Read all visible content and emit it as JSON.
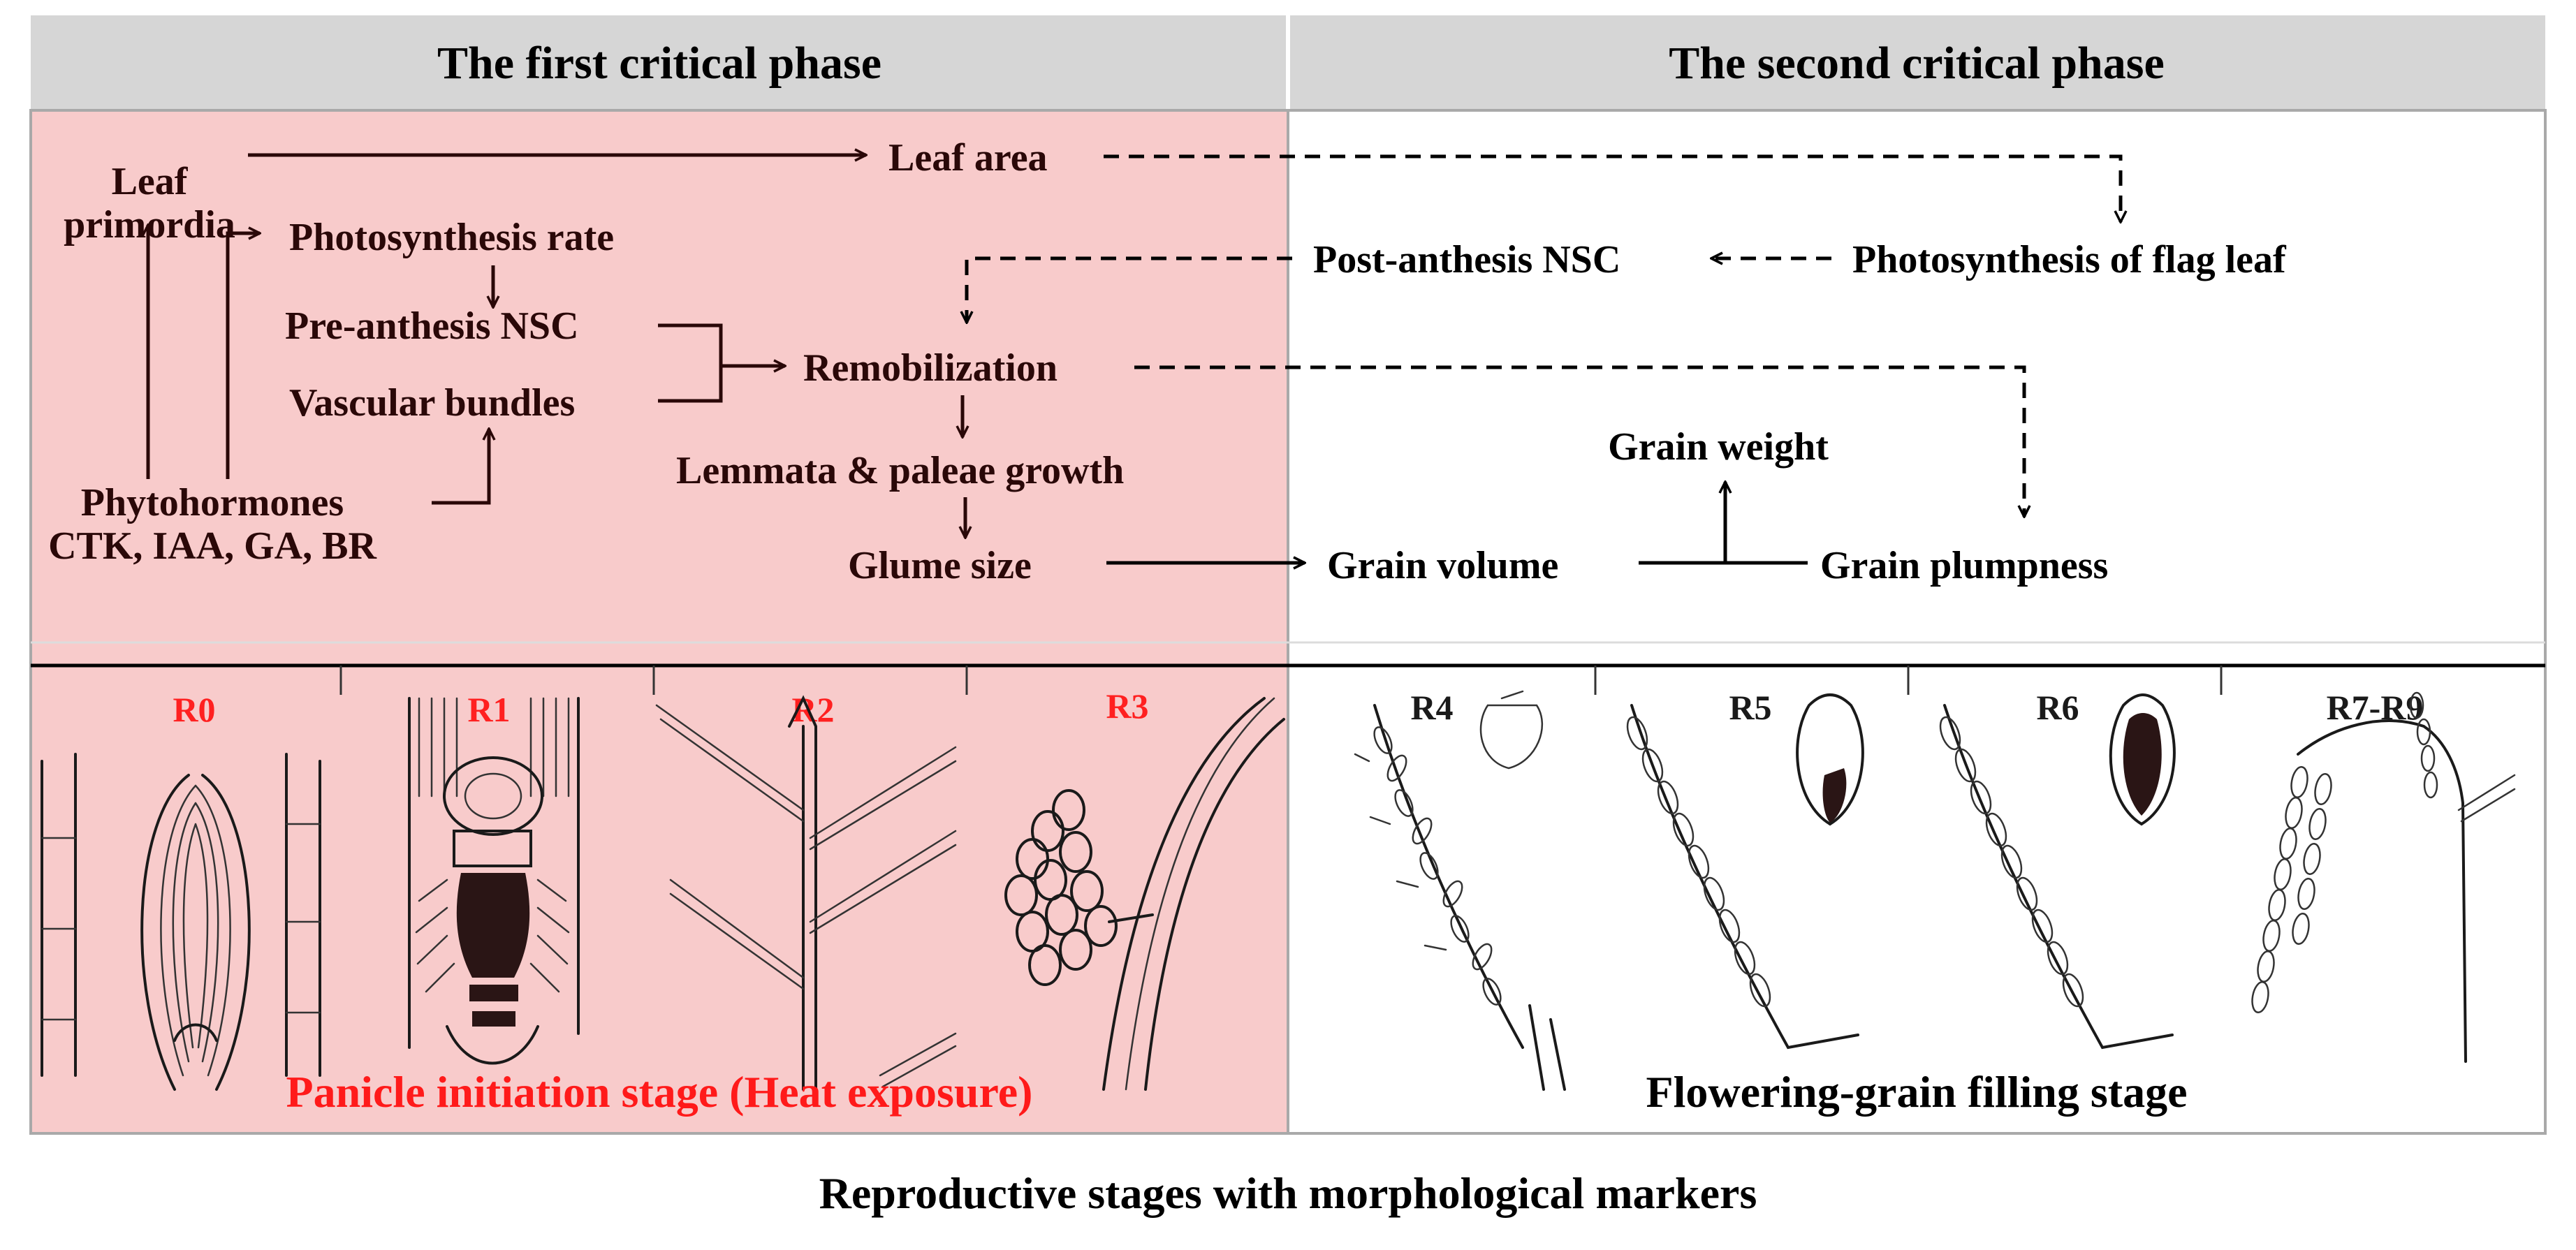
{
  "header": {
    "phase1_title": "The first critical phase",
    "phase2_title": "The second critical phase"
  },
  "nodes": {
    "leaf_primordia_line1": "Leaf",
    "leaf_primordia_line2": "primordia",
    "leaf_area": "Leaf area",
    "photosynthesis_rate": "Photosynthesis rate",
    "pre_anthesis_nsc": "Pre-anthesis NSC",
    "vascular_bundles": "Vascular bundles",
    "remobilization": "Remobilization",
    "lemmata_paleae_growth": "Lemmata & paleae growth",
    "glume_size": "Glume size",
    "phytohormones_line1": "Phytohormones",
    "phytohormones_line2": "CTK, IAA, GA, BR",
    "post_anthesis_nsc": "Post-anthesis NSC",
    "photosynthesis_flag_leaf": "Photosynthesis of flag leaf",
    "grain_weight": "Grain weight",
    "grain_volume": "Grain volume",
    "grain_plumpness": "Grain plumpness"
  },
  "stages_left": [
    "R0",
    "R1",
    "R2",
    "R3"
  ],
  "stages_right": [
    "R4",
    "R5",
    "R6",
    "R7-R9"
  ],
  "captions": {
    "left": "Panicle initiation stage (Heat exposure)",
    "right": "Flowering-grain filling stage"
  },
  "footer": {
    "title": "Reproductive stages with morphological markers"
  },
  "colors": {
    "left_panel_bg": "#f8cbcb",
    "header_bg": "#d6d6d6",
    "left_stage_label": "#ff2020",
    "left_caption": "#ff1a1a"
  }
}
